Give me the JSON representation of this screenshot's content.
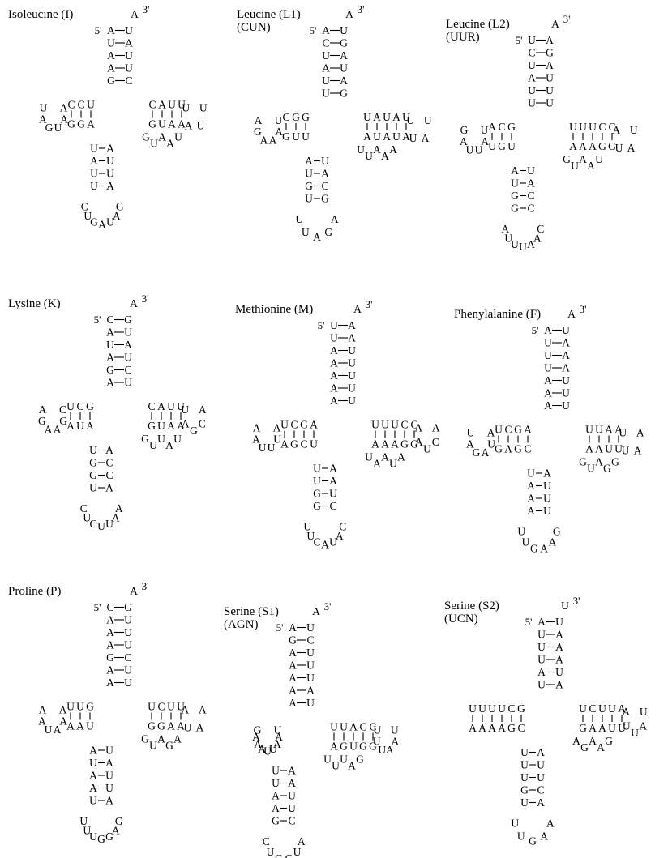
{
  "structures": [
    {
      "id": "isoleucine",
      "name": "Isoleucine (I)",
      "code": "",
      "acceptor": {
        "left": [
          "A",
          "U",
          "A",
          "A",
          "G"
        ],
        "right": [
          "U",
          "A",
          "U",
          "U",
          "C"
        ],
        "tail": "A",
        "five": "5'",
        "three": "3'"
      },
      "d_arm": {
        "outer": [
          "C",
          "C",
          "U"
        ],
        "inner": [
          "G",
          "G",
          "A"
        ],
        "loop": [
          "U",
          "A",
          "G",
          "U",
          "A",
          "A"
        ]
      },
      "t_arm": {
        "outer": [
          "C",
          "A",
          "U",
          "U"
        ],
        "inner": [
          "G",
          "U",
          "A",
          "A"
        ],
        "loop": [
          "U",
          "U",
          "A",
          "U"
        ]
      },
      "anticodon": {
        "left": [
          "U",
          "A",
          "U",
          "U"
        ],
        "right": [
          "A",
          "U",
          "U",
          "A"
        ],
        "loop": [
          "C",
          "U",
          "G",
          "A",
          "U",
          "A",
          "G"
        ]
      },
      "extra": [
        "G",
        "U",
        "A",
        "A",
        "U"
      ]
    },
    {
      "id": "leucine-l1",
      "name": "Leucine (L1)",
      "code": "(CUN)",
      "acceptor": {
        "left": [
          "A",
          "C",
          "U",
          "A",
          "U",
          "U"
        ],
        "right": [
          "U",
          "G",
          "A",
          "U",
          "A",
          "G"
        ],
        "tail": "A",
        "five": "5'",
        "three": "3'"
      },
      "d_arm": {
        "outer": [
          "C",
          "G",
          "G"
        ],
        "inner": [
          "G",
          "U",
          "U"
        ],
        "loop": [
          "A",
          "G",
          "A",
          "A",
          "A",
          "U"
        ]
      },
      "t_arm": {
        "outer": [
          "U",
          "A",
          "U",
          "A",
          "U"
        ],
        "inner": [
          "A",
          "U",
          "A",
          "U",
          "A"
        ],
        "loop": [
          "U",
          "A",
          "U",
          "U"
        ]
      },
      "anticodon": {
        "left": [
          "A",
          "U",
          "G",
          "U"
        ],
        "right": [
          "U",
          "A",
          "C",
          "G"
        ],
        "loop": [
          "U",
          "U",
          "A",
          "G",
          "A"
        ]
      },
      "extra": [
        "U",
        "U",
        "A",
        "A",
        "A"
      ]
    },
    {
      "id": "leucine-l2",
      "name": "Leucine (L2)",
      "code": "(UUR)",
      "acceptor": {
        "left": [
          "U",
          "C",
          "U",
          "A",
          "U",
          "U"
        ],
        "right": [
          "A",
          "G",
          "A",
          "U",
          "U",
          "U"
        ],
        "tail": "A",
        "five": "5'",
        "three": "3'"
      },
      "d_arm": {
        "outer": [
          "A",
          "C",
          "G"
        ],
        "inner": [
          "U",
          "G",
          "U"
        ],
        "loop": [
          "G",
          "A",
          "U",
          "U",
          "A",
          "U"
        ]
      },
      "t_arm": {
        "outer": [
          "U",
          "U",
          "U",
          "C",
          "C"
        ],
        "inner": [
          "A",
          "A",
          "A",
          "G",
          "G"
        ],
        "loop": [
          "U",
          "A",
          "U",
          "A"
        ]
      },
      "anticodon": {
        "left": [
          "A",
          "U",
          "G",
          "G"
        ],
        "right": [
          "U",
          "A",
          "C",
          "C"
        ],
        "loop": [
          "A",
          "U",
          "U",
          "U",
          "A",
          "A",
          "C"
        ]
      },
      "extra": [
        "G",
        "U",
        "A",
        "A",
        "U"
      ]
    },
    {
      "id": "lysine",
      "name": "Lysine (K)",
      "code": "",
      "acceptor": {
        "left": [
          "C",
          "A",
          "U",
          "A",
          "G",
          "A"
        ],
        "right": [
          "G",
          "U",
          "A",
          "U",
          "C",
          "U"
        ],
        "tail": "A",
        "five": "5'",
        "three": "3'"
      },
      "d_arm": {
        "outer": [
          "U",
          "C",
          "G"
        ],
        "inner": [
          "A",
          "U",
          "A"
        ],
        "loop": [
          "A",
          "G",
          "A",
          "A",
          "G",
          "C"
        ]
      },
      "t_arm": {
        "outer": [
          "C",
          "A",
          "U",
          "U"
        ],
        "inner": [
          "G",
          "U",
          "A",
          "A"
        ],
        "loop": [
          "A",
          "C",
          "G",
          "A",
          "U"
        ]
      },
      "anticodon": {
        "left": [
          "U",
          "G",
          "G",
          "U"
        ],
        "right": [
          "A",
          "C",
          "C",
          "A"
        ],
        "loop": [
          "C",
          "U",
          "C",
          "U",
          "U",
          "A",
          "A"
        ]
      },
      "extra": [
        "G",
        "U",
        "U",
        "A",
        "U"
      ]
    },
    {
      "id": "methionine",
      "name": "Methionine (M)",
      "code": "",
      "acceptor": {
        "left": [
          "U",
          "U",
          "A",
          "A",
          "A",
          "A",
          "A"
        ],
        "right": [
          "A",
          "A",
          "U",
          "U",
          "U",
          "U",
          "U"
        ],
        "tail": "A",
        "five": "5'",
        "three": "3'"
      },
      "d_arm": {
        "outer": [
          "U",
          "C",
          "G",
          "A"
        ],
        "inner": [
          "A",
          "G",
          "C",
          "U"
        ],
        "loop": [
          "A",
          "A",
          "U",
          "U",
          "U",
          "A"
        ]
      },
      "t_arm": {
        "outer": [
          "U",
          "U",
          "U",
          "C",
          "C"
        ],
        "inner": [
          "A",
          "A",
          "A",
          "G",
          "G"
        ],
        "loop": [
          "A",
          "C",
          "U",
          "A",
          "A"
        ]
      },
      "anticodon": {
        "left": [
          "U",
          "U",
          "G",
          "G"
        ],
        "right": [
          "A",
          "A",
          "U",
          "C"
        ],
        "loop": [
          "U",
          "U",
          "C",
          "A",
          "U",
          "A",
          "C"
        ]
      },
      "extra": [
        "U",
        "A",
        "A",
        "U",
        "A"
      ]
    },
    {
      "id": "phenylalanine",
      "name": "Phenylalanine (F)",
      "code": "",
      "acceptor": {
        "left": [
          "A",
          "U",
          "U",
          "U",
          "A",
          "A",
          "A"
        ],
        "right": [
          "U",
          "A",
          "A",
          "A",
          "U",
          "U",
          "U"
        ],
        "tail": "A",
        "five": "5'",
        "three": "3'"
      },
      "d_arm": {
        "outer": [
          "U",
          "C",
          "G",
          "A"
        ],
        "inner": [
          "G",
          "A",
          "G",
          "C"
        ],
        "loop": [
          "U",
          "A",
          "G",
          "A",
          "U",
          "A"
        ]
      },
      "t_arm": {
        "outer": [
          "U",
          "U",
          "A",
          "A"
        ],
        "inner": [
          "A",
          "A",
          "U",
          "U"
        ],
        "loop": [
          "A",
          "A",
          "U",
          "U"
        ]
      },
      "anticodon": {
        "left": [
          "U",
          "A",
          "A",
          "A"
        ],
        "right": [
          "A",
          "U",
          "U",
          "U"
        ],
        "loop": [
          "U",
          "U",
          "G",
          "A",
          "A",
          "G"
        ]
      },
      "extra": [
        "G",
        "U",
        "A",
        "G",
        "G"
      ]
    },
    {
      "id": "proline",
      "name": "Proline (P)",
      "code": "",
      "acceptor": {
        "left": [
          "C",
          "A",
          "A",
          "A",
          "G",
          "A",
          "A"
        ],
        "right": [
          "G",
          "U",
          "U",
          "U",
          "C",
          "U",
          "U"
        ],
        "tail": "A",
        "five": "5'",
        "three": "3'"
      },
      "d_arm": {
        "outer": [
          "U",
          "U",
          "G"
        ],
        "inner": [
          "A",
          "A",
          "U"
        ],
        "loop": [
          "A",
          "A",
          "U",
          "A",
          "A",
          "A"
        ]
      },
      "t_arm": {
        "outer": [
          "U",
          "C",
          "U",
          "U"
        ],
        "inner": [
          "G",
          "G",
          "A",
          "A"
        ],
        "loop": [
          "A",
          "A",
          "U",
          "A"
        ]
      },
      "anticodon": {
        "left": [
          "A",
          "U",
          "A",
          "A",
          "U"
        ],
        "right": [
          "U",
          "A",
          "U",
          "U",
          "A"
        ],
        "loop": [
          "U",
          "U",
          "U",
          "G",
          "G",
          "A",
          "G"
        ]
      },
      "extra": [
        "G",
        "U",
        "A",
        "G",
        "A"
      ]
    },
    {
      "id": "serine-s1",
      "name": "Serine (S1)",
      "code": "(AGN)",
      "acceptor": {
        "left": [
          "A",
          "G",
          "A",
          "A",
          "A",
          "A",
          "A"
        ],
        "right": [
          "U",
          "C",
          "U",
          "U",
          "U",
          "A",
          "U"
        ],
        "tail": "A",
        "five": "5'",
        "three": "3'"
      },
      "d_arm": {
        "outer": [],
        "inner": [],
        "loop": [
          "G",
          "A",
          "A",
          "A",
          "U",
          "U",
          "A",
          "A",
          "U"
        ]
      },
      "t_arm": {
        "outer": [
          "U",
          "U",
          "A",
          "C",
          "C"
        ],
        "inner": [
          "A",
          "G",
          "U",
          "G",
          "G"
        ],
        "loop": [
          "U",
          "A",
          "A",
          "U",
          "U",
          "U"
        ]
      },
      "anticodon": {
        "left": [
          "U",
          "U",
          "A",
          "A",
          "G"
        ],
        "right": [
          "A",
          "A",
          "U",
          "U",
          "C"
        ],
        "loop": [
          "C",
          "U",
          "G",
          "C",
          "U",
          "A"
        ]
      },
      "extra": [
        "U",
        "U",
        "U",
        "A",
        "G"
      ]
    },
    {
      "id": "serine-s2",
      "name": "Serine (S2)",
      "code": "(UCN)",
      "acceptor": {
        "left": [
          "A",
          "U",
          "U",
          "U",
          "A",
          "U"
        ],
        "right": [
          "U",
          "A",
          "A",
          "A",
          "U",
          "A"
        ],
        "tail": "U",
        "five": "5'",
        "three": "3'"
      },
      "d_arm": {
        "outer": [
          "U",
          "U",
          "U",
          "U",
          "C",
          "G"
        ],
        "inner": [
          "A",
          "A",
          "A",
          "A",
          "G",
          "C"
        ],
        "loop": []
      },
      "t_arm": {
        "outer": [
          "U",
          "C",
          "U",
          "U",
          "A"
        ],
        "inner": [
          "G",
          "A",
          "A",
          "U",
          "U"
        ],
        "loop": [
          "U",
          "A",
          "U",
          "U",
          "A"
        ]
      },
      "anticodon": {
        "left": [
          "U",
          "U",
          "U",
          "G",
          "U"
        ],
        "right": [
          "A",
          "U",
          "U",
          "C",
          "A"
        ],
        "loop": [
          "U",
          "U",
          "G",
          "A",
          "A"
        ]
      },
      "extra": [
        "A",
        "G",
        "A",
        "A",
        "G"
      ]
    }
  ]
}
